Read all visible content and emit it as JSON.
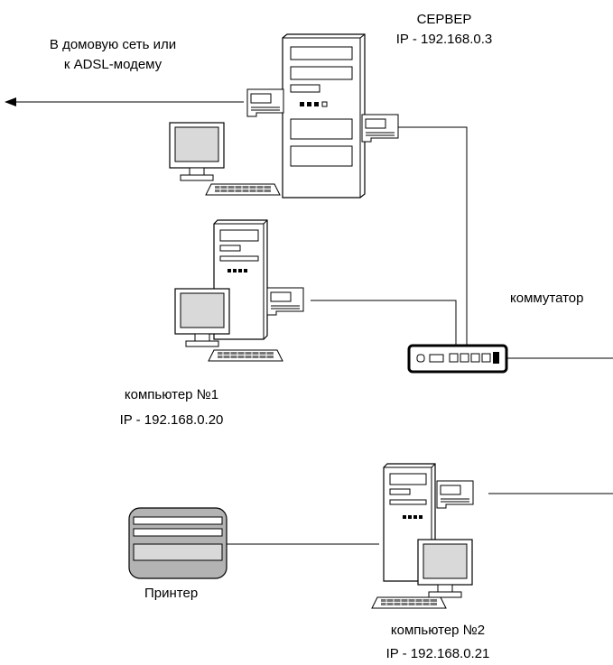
{
  "labels": {
    "uplink_line1": "В домовую сеть или",
    "uplink_line2": "к ADSL-модему",
    "server_title": "СЕРВЕР",
    "server_ip": "IP - 192.168.0.3",
    "switch": "коммутатор",
    "pc1_name": "компьютер №1",
    "pc1_ip": "IP - 192.168.0.20",
    "pc2_name": "компьютер №2",
    "pc2_ip": "IP - 192.168.0.21",
    "printer": "Принтер"
  }
}
